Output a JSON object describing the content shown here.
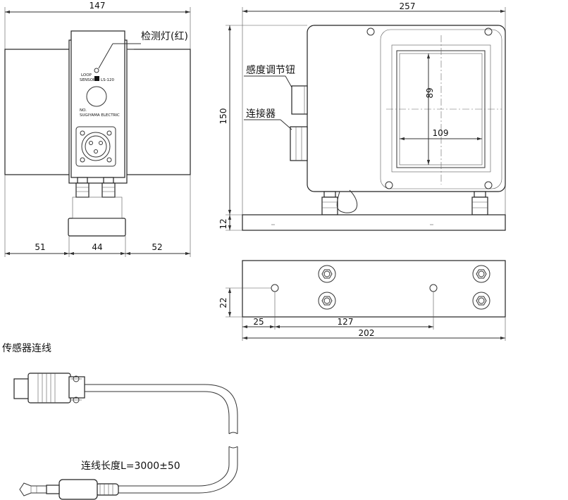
{
  "front_view": {
    "dim_total_width": "147",
    "dim_left": "51",
    "dim_middle": "44",
    "dim_right": "52",
    "label_indicator_lamp": "检测灯(红)",
    "nameplate_line1": "LOOP",
    "nameplate_line2": "SENSOR",
    "nameplate_model": "LS-120",
    "nameplate_no": "NO.",
    "nameplate_maker": "SUGIYAMA  ELECTRIC"
  },
  "side_view": {
    "dim_total_width": "257",
    "dim_height": "150",
    "dim_base_height": "12",
    "dim_window_height": "89",
    "dim_window_width": "109",
    "label_sensitivity_knob": "感度调节钮",
    "label_connector": "连接器"
  },
  "base_view": {
    "dim_height": "22",
    "dim_hole_offset": "25",
    "dim_hole_spacing": "127",
    "dim_total_width": "202"
  },
  "cable_view": {
    "title": "传感器连线",
    "length_label": "连线长度L=3000±50"
  }
}
